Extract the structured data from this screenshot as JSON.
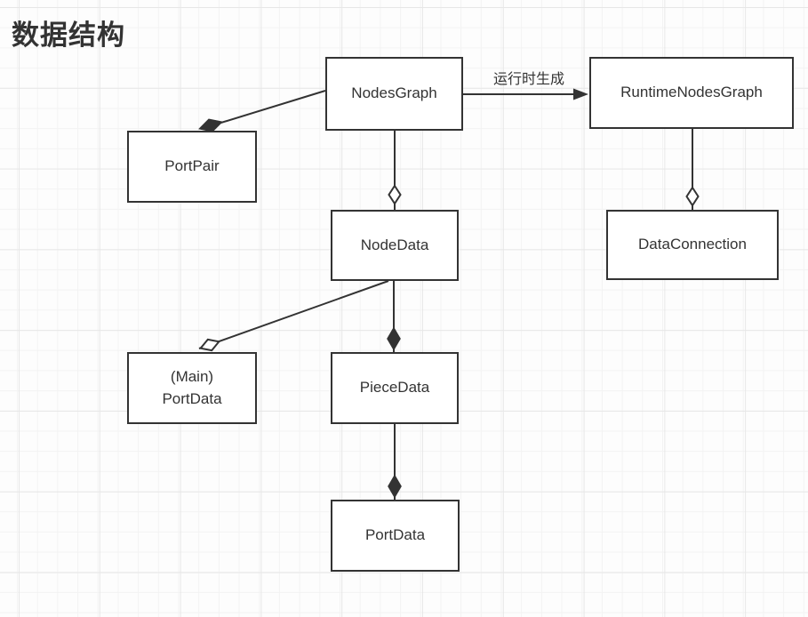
{
  "title": "数据结构",
  "canvas": {
    "background": "#fdfdfd",
    "grid_minor_color": "#f3f3f3",
    "grid_major_color": "#e7e7e7",
    "stroke_color": "#333333",
    "node_fill": "#ffffff",
    "text_color": "#333333"
  },
  "nodes": [
    {
      "id": "nodes-graph",
      "label": "NodesGraph"
    },
    {
      "id": "runtime-nodes-graph",
      "label": "RuntimeNodesGraph"
    },
    {
      "id": "port-pair",
      "label": "PortPair"
    },
    {
      "id": "node-data",
      "label": "NodeData"
    },
    {
      "id": "data-connection",
      "label": "DataConnection"
    },
    {
      "id": "main-port-data",
      "label": "(Main)\nPortData"
    },
    {
      "id": "piece-data",
      "label": "PieceData"
    },
    {
      "id": "port-data",
      "label": "PortData"
    }
  ],
  "edges": [
    {
      "from": "NodesGraph",
      "to": "RuntimeNodesGraph",
      "label": "运行时生成",
      "style": "arrow"
    },
    {
      "from": "NodesGraph",
      "to": "PortPair",
      "label": "",
      "style": "filled-diamond"
    },
    {
      "from": "NodesGraph",
      "to": "NodeData",
      "label": "",
      "style": "hollow-diamond"
    },
    {
      "from": "RuntimeNodesGraph",
      "to": "DataConnection",
      "label": "",
      "style": "hollow-diamond"
    },
    {
      "from": "NodeData",
      "to": "(Main) PortData",
      "label": "",
      "style": "hollow-diamond"
    },
    {
      "from": "NodeData",
      "to": "PieceData",
      "label": "",
      "style": "filled-diamond"
    },
    {
      "from": "PieceData",
      "to": "PortData",
      "label": "",
      "style": "filled-diamond"
    }
  ]
}
